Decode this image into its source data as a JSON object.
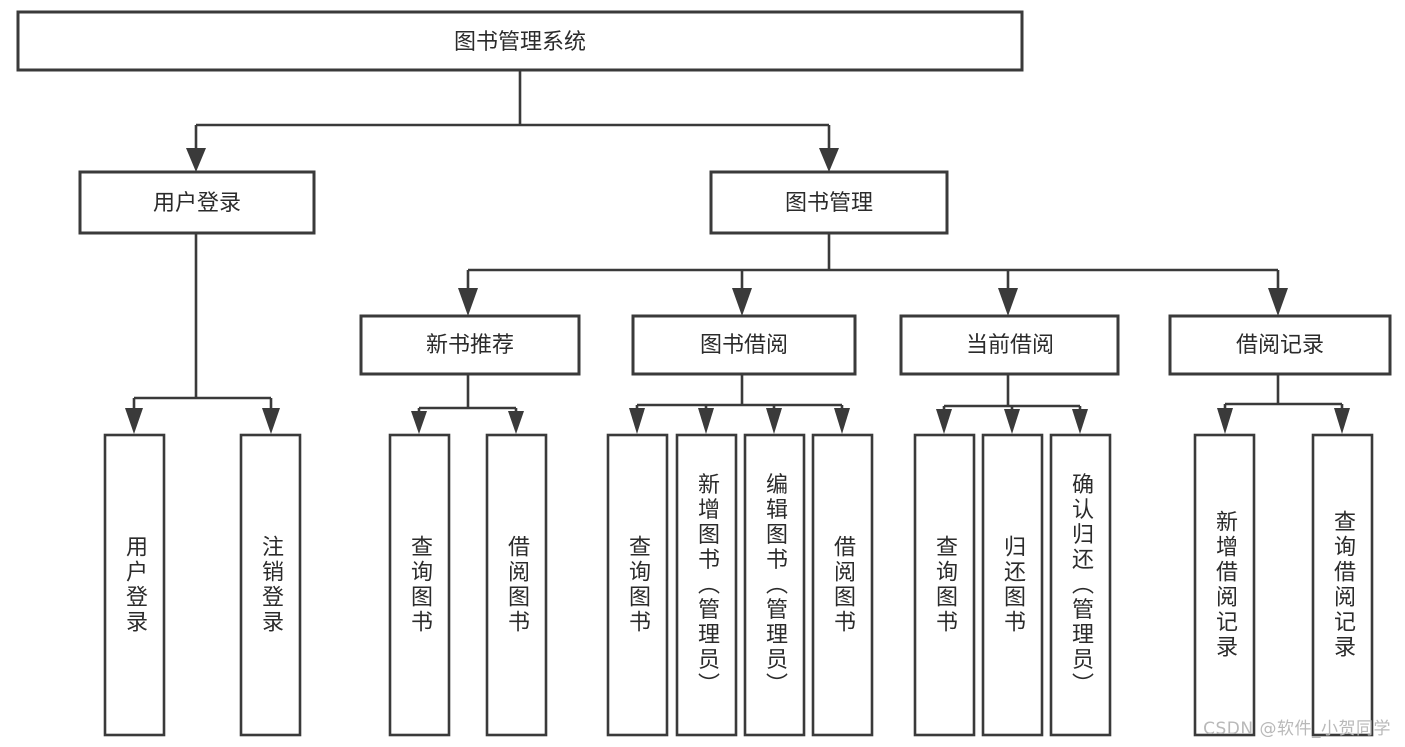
{
  "diagram": {
    "type": "tree-hierarchy",
    "title": "图书管理系统",
    "watermark": "CSDN @软件_小贺同学",
    "colors": {
      "stroke": "#3a3a3a",
      "fill": "#ffffff",
      "text": "#2b2b2b",
      "watermark": "#b9b9b9",
      "background": "#ffffff"
    },
    "root": {
      "label": "图书管理系统",
      "orientation": "horizontal"
    },
    "level1": [
      {
        "label": "用户登录",
        "orientation": "horizontal"
      },
      {
        "label": "图书管理",
        "orientation": "horizontal"
      }
    ],
    "level2": [
      {
        "label": "新书推荐",
        "orientation": "horizontal"
      },
      {
        "label": "图书借阅",
        "orientation": "horizontal"
      },
      {
        "label": "当前借阅",
        "orientation": "horizontal"
      },
      {
        "label": "借阅记录",
        "orientation": "horizontal"
      }
    ],
    "leaves": {
      "user_login": [
        {
          "label": "用户登录",
          "orientation": "vertical"
        },
        {
          "label": "注销登录",
          "orientation": "vertical"
        }
      ],
      "new_book_recommend": [
        {
          "label": "查询图书",
          "orientation": "vertical"
        },
        {
          "label": "借阅图书",
          "orientation": "vertical"
        }
      ],
      "book_borrow": [
        {
          "label": "查询图书",
          "orientation": "vertical"
        },
        {
          "label": "新增图书（管理员）",
          "orientation": "vertical"
        },
        {
          "label": "编辑图书（管理员）",
          "orientation": "vertical"
        },
        {
          "label": "借阅图书",
          "orientation": "vertical"
        }
      ],
      "current_borrow": [
        {
          "label": "查询图书",
          "orientation": "vertical"
        },
        {
          "label": "归还图书",
          "orientation": "vertical"
        },
        {
          "label": "确认归还（管理员）",
          "orientation": "vertical"
        }
      ],
      "borrow_record": [
        {
          "label": "新增借阅记录",
          "orientation": "vertical"
        },
        {
          "label": "查询借阅记录",
          "orientation": "vertical"
        }
      ]
    }
  }
}
